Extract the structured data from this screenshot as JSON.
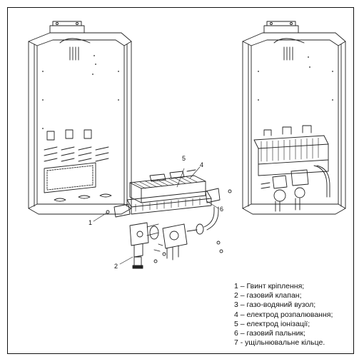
{
  "callouts": [
    {
      "num": "1"
    },
    {
      "num": "2"
    },
    {
      "num": "4"
    },
    {
      "num": "5"
    },
    {
      "num": "6"
    }
  ],
  "legend": [
    "1 – Гвинт кріплення;",
    "2 – газовий клапан;",
    "3 – газо-водяний вузол;",
    "4 – електрод розпалювання;",
    "5 – електрод іонізації;",
    "6 – газовий пальник;",
    "7 - ущільнювальне кільце."
  ]
}
